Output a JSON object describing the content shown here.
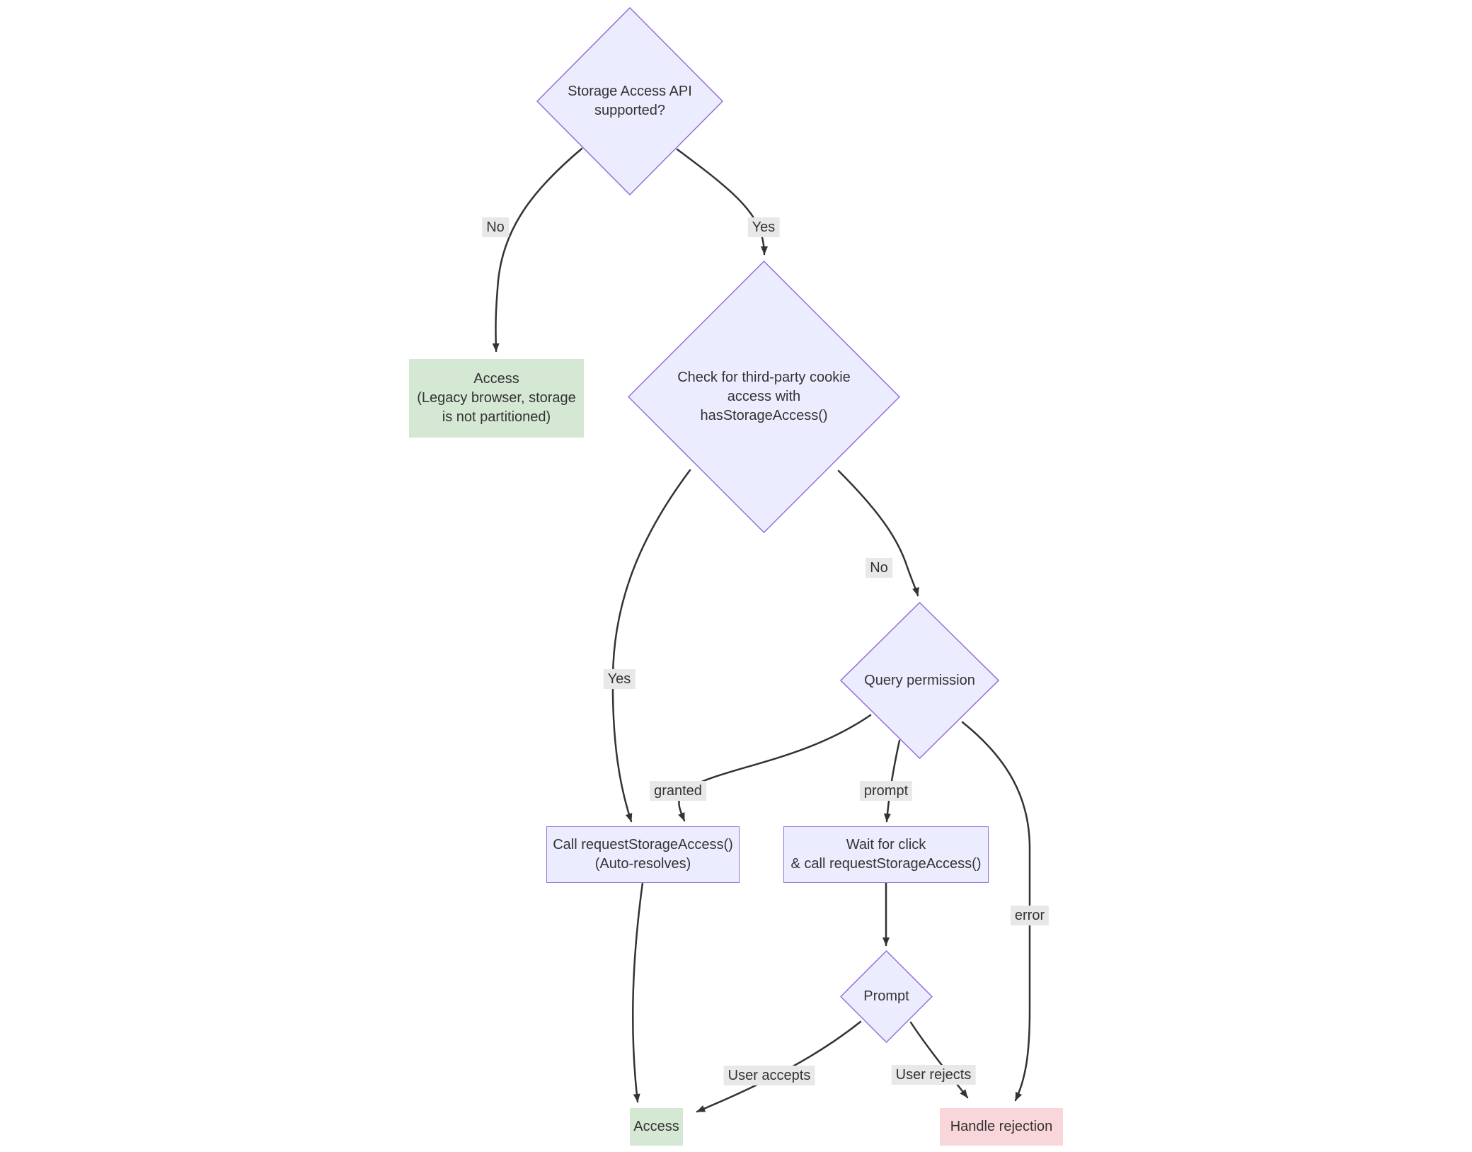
{
  "colors": {
    "bg": "#FFFFFF",
    "node_fill": "#ECECFF",
    "node_border": "#9370DB",
    "green": "#D5E8D4",
    "pink": "#F9D6DA",
    "label_bg": "#E8E8E8",
    "edge": "#333333",
    "text": "#333333"
  },
  "nodes": {
    "api_supported": {
      "label": "Storage Access API\nsupported?",
      "shape": "diamond"
    },
    "legacy_access": {
      "label": "Access\n(Legacy browser, storage\nis not partitioned)",
      "shape": "rect-green"
    },
    "check_access": {
      "label": "Check for third-party cookie\naccess with\nhasStorageAccess()",
      "shape": "diamond"
    },
    "query_permission": {
      "label": "Query permission",
      "shape": "diamond"
    },
    "call_rsa": {
      "label": "Call requestStorageAccess()\n(Auto-resolves)",
      "shape": "rect"
    },
    "wait_click": {
      "label": "Wait for click\n& call requestStorageAccess()",
      "shape": "rect"
    },
    "prompt_node": {
      "label": "Prompt",
      "shape": "diamond"
    },
    "access": {
      "label": "Access",
      "shape": "rect-green"
    },
    "handle_rejection": {
      "label": "Handle rejection",
      "shape": "rect-pink"
    }
  },
  "edge_labels": {
    "no_unsupported": "No",
    "yes_supported": "Yes",
    "yes_has_access": "Yes",
    "no_has_access": "No",
    "granted": "granted",
    "prompt": "prompt",
    "error": "error",
    "user_accepts": "User accepts",
    "user_rejects": "User rejects"
  }
}
